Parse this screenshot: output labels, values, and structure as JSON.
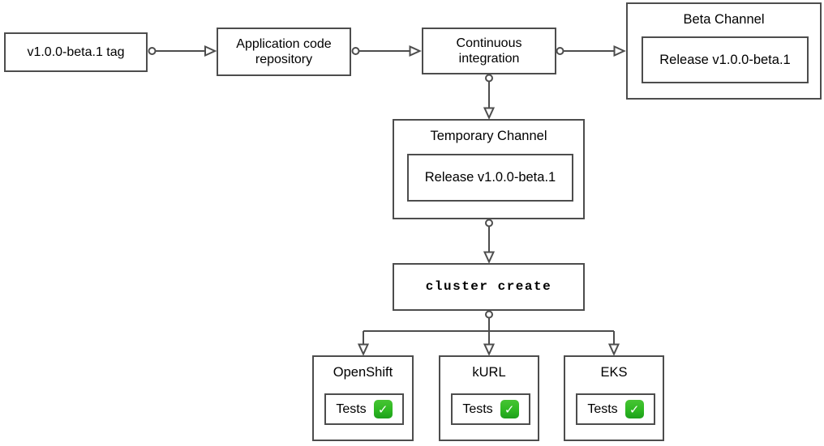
{
  "diagram": {
    "nodes": {
      "tag": {
        "label": "v1.0.0-beta.1 tag"
      },
      "repo": {
        "label": "Application code repository"
      },
      "ci": {
        "label": "Continuous integration"
      },
      "beta_channel": {
        "title": "Beta Channel",
        "release_label": "Release v1.0.0-beta.1"
      },
      "temporary_channel": {
        "title": "Temporary Channel",
        "release_label": "Release v1.0.0-beta.1"
      },
      "cluster_create": {
        "label": "cluster create"
      },
      "clusters": {
        "openshift": {
          "title": "OpenShift",
          "tests_label": "Tests",
          "check_glyph": "✓"
        },
        "kurl": {
          "title": "kURL",
          "tests_label": "Tests",
          "check_glyph": "✓"
        },
        "eks": {
          "title": "EKS",
          "tests_label": "Tests",
          "check_glyph": "✓"
        }
      }
    },
    "colors": {
      "box_border": "#4d4d4d",
      "connector": "#4d4d4d",
      "text": "#000000",
      "check_green": "#2eb822",
      "background": "#ffffff"
    }
  }
}
